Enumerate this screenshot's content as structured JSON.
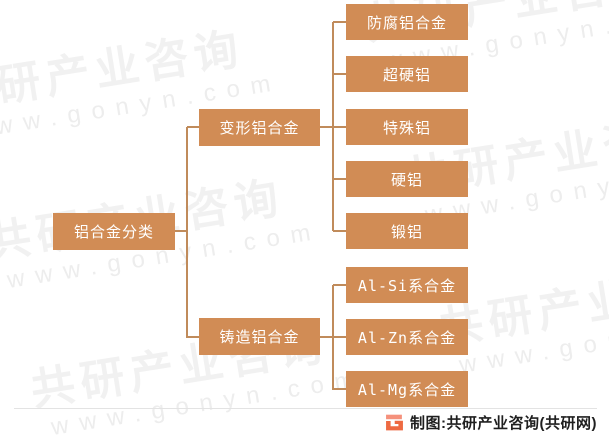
{
  "diagram": {
    "root": {
      "label": "铝合金分类"
    },
    "branches": [
      {
        "label": "变形铝合金",
        "children": [
          "防腐铝合金",
          "超硬铝",
          "特殊铝",
          "硬铝",
          "锻铝"
        ]
      },
      {
        "label": "铸造铝合金",
        "children": [
          "Al-Si系合金",
          "Al-Zn系合金",
          "Al-Mg系合金"
        ]
      }
    ]
  },
  "watermark": {
    "brand": "共研产业咨询",
    "site": "www.gonyn.com"
  },
  "footer": {
    "credit": "制图:共研产业咨询(共研网)"
  },
  "colors": {
    "box_fill": "#D18C55",
    "box_text": "#FFFFFF",
    "connector": "#C08B5B",
    "watermark_cn": "#F1F1F1",
    "watermark_en": "#EDEDED",
    "divider": "#E3E3E3",
    "footer_text": "#1F1F1F",
    "logo_top": "#F5917C",
    "logo_body": "#EE6A42"
  }
}
